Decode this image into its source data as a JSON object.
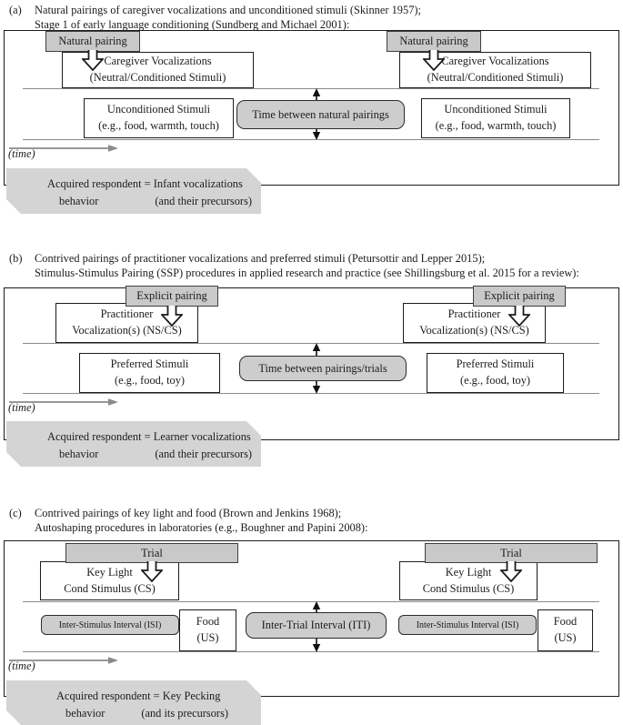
{
  "colors": {
    "gray_fill": "#c9c9c9",
    "callout_fill": "#d4d4d4",
    "timeline_gray": "#8a8a8a",
    "box_border": "#1c1c1c"
  },
  "panels": [
    {
      "label": "(a)",
      "title_line1": "Natural pairings of caregiver vocalizations and unconditioned stimuli (Skinner 1957);",
      "title_line2": "Stage 1 of early language conditioning (Sundberg and Michael 2001):",
      "pairing_label": "Natural pairing",
      "cs_line1": "Caregiver Vocalizations",
      "cs_line2": "(Neutral/Conditioned Stimuli)",
      "us_line1": "Unconditioned Stimuli",
      "us_line2": "(e.g., food, warmth, touch)",
      "interval_label": "Time between natural pairings",
      "time_label": "(time)",
      "acquired_line1": "Acquired respondent = Infant vocalizations",
      "acquired_line2a": "behavior",
      "acquired_line2b": "(and their precursors)"
    },
    {
      "label": "(b)",
      "title_line1": "Contrived pairings of practitioner vocalizations and preferred stimuli (Petursottir and Lepper 2015);",
      "title_line2": "Stimulus-Stimulus Pairing (SSP) procedures in applied research and practice (see Shillingsburg et al. 2015 for a review):",
      "pairing_label": "Explicit pairing",
      "cs_line1": "Practitioner",
      "cs_line2": "Vocalization(s) (NS/CS)",
      "us_line1": "Preferred Stimuli",
      "us_line2": "(e.g., food, toy)",
      "interval_label": "Time between pairings/trials",
      "time_label": "(time)",
      "acquired_line1": "Acquired respondent = Learner vocalizations",
      "acquired_line2a": "behavior",
      "acquired_line2b": "(and their precursors)"
    },
    {
      "label": "(c)",
      "title_line1": "Contrived pairings of key light and food (Brown and Jenkins 1968);",
      "title_line2": "Autoshaping procedures in laboratories (e.g., Boughner and Papini 2008):",
      "pairing_label": "Trial",
      "cs_line1": "Key Light",
      "cs_line2": "Cond Stimulus (CS)",
      "isi_label": "Inter-Stimulus Interval (ISI)",
      "food_line1": "Food",
      "food_line2": "(US)",
      "interval_label": "Inter-Trial Interval (ITI)",
      "time_label": "(time)",
      "acquired_line1": "Acquired respondent = Key Pecking",
      "acquired_line2a": "behavior",
      "acquired_line2b": "(and its precursors)"
    }
  ]
}
